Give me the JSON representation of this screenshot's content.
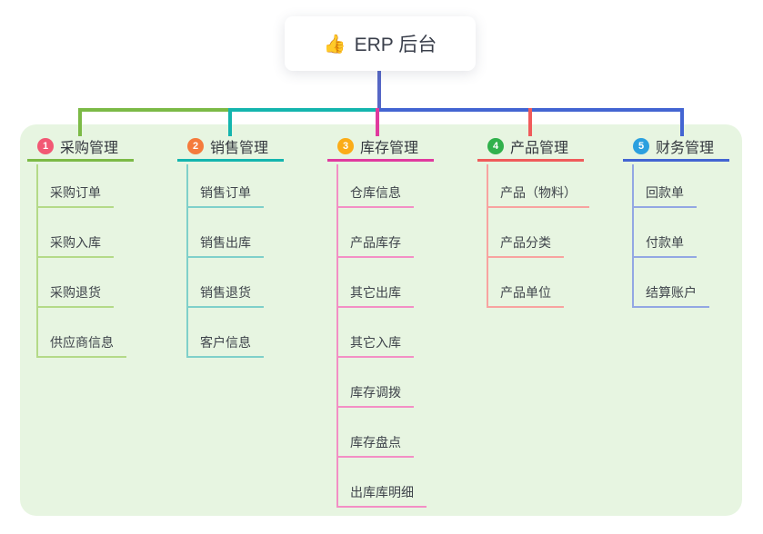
{
  "root": {
    "icon": "👍",
    "label": "ERP 后台"
  },
  "colors": {
    "panel_background": "#e7f5e1",
    "root_connector": "#5667c6"
  },
  "branches": [
    {
      "index": "1",
      "title": "采购管理",
      "color": "#7cba46",
      "light": "#b4da88",
      "badge": "#f25874",
      "children": [
        "采购订单",
        "采购入库",
        "采购退货",
        "供应商信息"
      ]
    },
    {
      "index": "2",
      "title": "销售管理",
      "color": "#14b5ae",
      "light": "#7fd0ca",
      "badge": "#f57b3c",
      "children": [
        "销售订单",
        "销售出库",
        "销售退货",
        "客户信息"
      ]
    },
    {
      "index": "3",
      "title": "库存管理",
      "color": "#e03a9e",
      "light": "#f38fc5",
      "badge": "#fbac18",
      "children": [
        "仓库信息",
        "产品库存",
        "其它出库",
        "其它入库",
        "库存调拨",
        "库存盘点",
        "出库库明细"
      ]
    },
    {
      "index": "4",
      "title": "产品管理",
      "color": "#f05b5b",
      "light": "#f8a3a0",
      "badge": "#31b14c",
      "children": [
        "产品（物料）",
        "产品分类",
        "产品单位"
      ]
    },
    {
      "index": "5",
      "title": "财务管理",
      "color": "#4365d2",
      "light": "#93a7e3",
      "badge": "#2ba0df",
      "children": [
        "回款单",
        "付款单",
        "结算账户"
      ]
    }
  ]
}
